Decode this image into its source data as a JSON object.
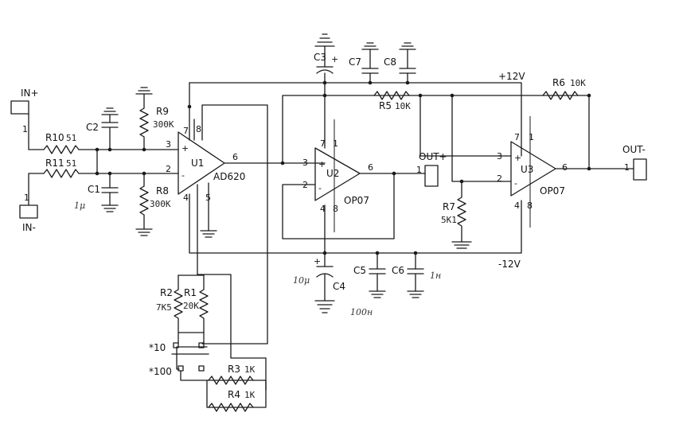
{
  "components": {
    "u1": {
      "ref": "U1",
      "part": "AD620",
      "pins": {
        "p3": "3",
        "p2": "2",
        "p6": "6",
        "p7": "7",
        "p8": "8",
        "p4": "4",
        "p5": "5",
        "plus": "+",
        "minus": "-"
      }
    },
    "u2": {
      "ref": "U2",
      "part": "OP07",
      "pins": {
        "p3": "3",
        "p2": "2",
        "p6": "6",
        "p7": "7",
        "p1": "1",
        "p4": "4",
        "p8": "8",
        "plus": "+",
        "minus": "-"
      }
    },
    "u3": {
      "ref": "U3",
      "part": "OP07",
      "pins": {
        "p3": "3",
        "p2": "2",
        "p6": "6",
        "p7": "7",
        "p1": "1",
        "p4": "4",
        "p8": "8",
        "plus": "+",
        "minus": "-"
      }
    },
    "r10": {
      "ref": "R10",
      "value": "51"
    },
    "r11": {
      "ref": "R11",
      "value": "51"
    },
    "r9": {
      "ref": "R9",
      "value": "300K"
    },
    "r8": {
      "ref": "R8",
      "value": "300K"
    },
    "r5": {
      "ref": "R5",
      "value": "10K"
    },
    "r6": {
      "ref": "R6",
      "value": "10K"
    },
    "r7": {
      "ref": "R7",
      "value": "5K1"
    },
    "r2": {
      "ref": "R2",
      "value": "7K5"
    },
    "r1": {
      "ref": "R1",
      "value": "20K"
    },
    "r3": {
      "ref": "R3",
      "value": "1K"
    },
    "r4": {
      "ref": "R4",
      "value": "1K"
    },
    "c1": {
      "ref": "C1"
    },
    "c2": {
      "ref": "C2"
    },
    "c3": {
      "ref": "C3",
      "polarity": "+"
    },
    "c4": {
      "ref": "C4",
      "polarity": "+"
    },
    "c5": {
      "ref": "C5"
    },
    "c6": {
      "ref": "C6"
    },
    "c7": {
      "ref": "C7"
    },
    "c8": {
      "ref": "C8"
    }
  },
  "connectors": {
    "in_plus": {
      "label": "IN+",
      "pin": "1"
    },
    "in_minus": {
      "label": "IN-",
      "pin": "1"
    },
    "out_plus": {
      "label": "OUT+",
      "pin": "1"
    },
    "out_minus": {
      "label": "OUT-",
      "pin": "1"
    }
  },
  "rails": {
    "pos": "+12V",
    "neg": "-12V"
  },
  "jumpers": {
    "x10": "*10",
    "x100": "*100"
  },
  "handwritten": {
    "c1_value": "1μ",
    "c4_value": "10μ",
    "c5_value": "100н",
    "c6_value": "1н"
  }
}
